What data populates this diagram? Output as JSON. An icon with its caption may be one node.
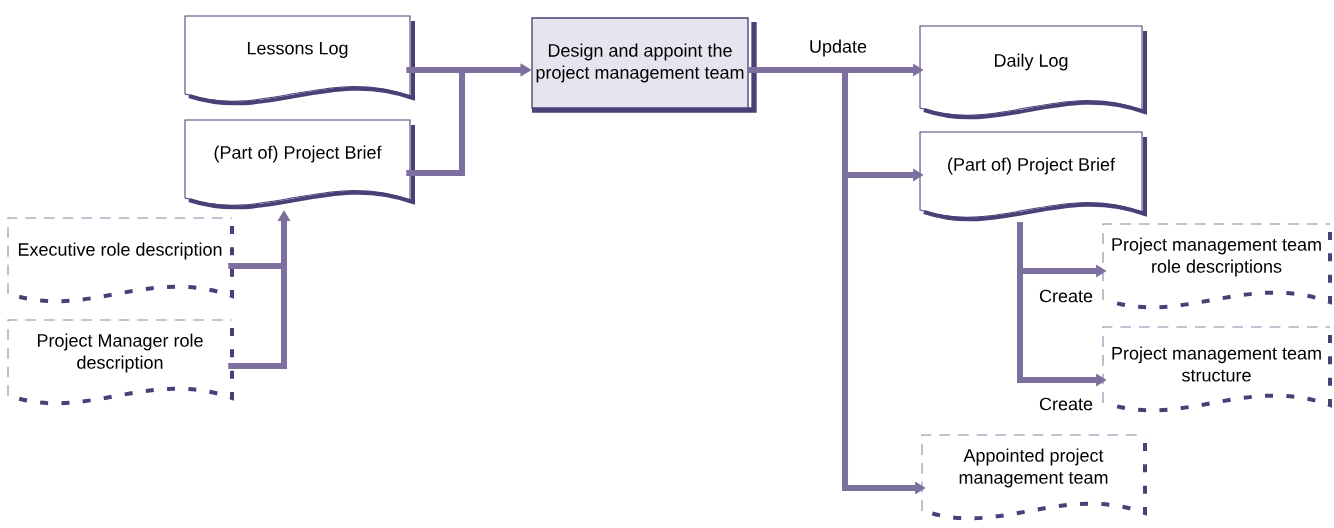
{
  "diagram": {
    "nodes": [
      {
        "text": [
          "Lessons Log"
        ]
      },
      {
        "text": [
          "(Part of) Project Brief"
        ]
      },
      {
        "text": [
          "Executive role description"
        ]
      },
      {
        "text": [
          "Project Manager role description"
        ]
      },
      {
        "text": [
          "Design and appoint the project management team"
        ]
      },
      {
        "text": [
          "Daily Log"
        ]
      },
      {
        "text": [
          "(Part of) Project Brief"
        ]
      },
      {
        "text": [
          "Project management team role descriptions"
        ]
      },
      {
        "text": [
          "Project management team structure"
        ]
      },
      {
        "text": [
          "Appointed project management team"
        ]
      }
    ],
    "edges": [
      {
        "from": 0,
        "to": 4,
        "arrow": "to"
      },
      {
        "from": 1,
        "to": 4,
        "arrow": "to"
      },
      {
        "from": 2,
        "to": 1,
        "arrow": "to"
      },
      {
        "from": 3,
        "to": 1,
        "arrow": "to"
      },
      {
        "from": 4,
        "to": 5,
        "arrow": "to",
        "label": "Update"
      },
      {
        "from": 4,
        "to": 6,
        "arrow": "to"
      },
      {
        "from": 4,
        "to": 9,
        "arrow": "to"
      },
      {
        "from": 6,
        "to": 7,
        "arrow": "to",
        "label": "Create"
      },
      {
        "from": 6,
        "to": 8,
        "arrow": "to",
        "label": "Create"
      }
    ]
  }
}
